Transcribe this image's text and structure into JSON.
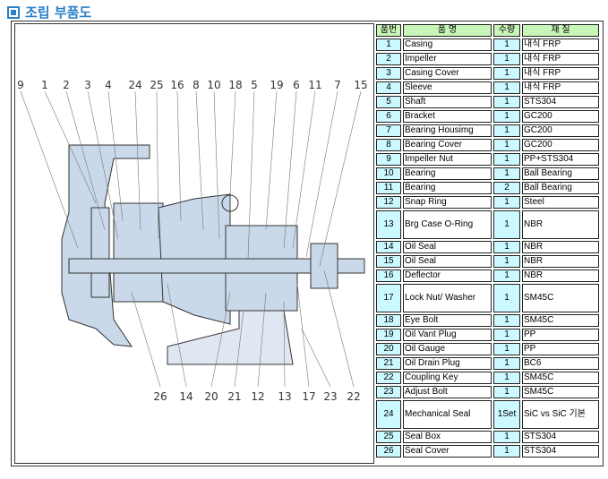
{
  "title": "조립 부품도",
  "table": {
    "headers": [
      "품번",
      "품  명",
      "수량",
      "재  질"
    ],
    "rows": [
      {
        "no": "1",
        "name": "Casing",
        "qty": "1",
        "material": "내식 FRP"
      },
      {
        "no": "2",
        "name": "Impeller",
        "qty": "1",
        "material": "내식 FRP"
      },
      {
        "no": "3",
        "name": "Casing Cover",
        "qty": "1",
        "material": "내식 FRP"
      },
      {
        "no": "4",
        "name": "Sleeve",
        "qty": "1",
        "material": "내식 FRP"
      },
      {
        "no": "5",
        "name": "Shaft",
        "qty": "1",
        "material": "STS304"
      },
      {
        "no": "6",
        "name": "Bracket",
        "qty": "1",
        "material": "GC200"
      },
      {
        "no": "7",
        "name": "Bearing Housimg",
        "qty": "1",
        "material": "GC200"
      },
      {
        "no": "8",
        "name": "Bearing Cover",
        "qty": "1",
        "material": "GC200"
      },
      {
        "no": "9",
        "name": "Impeller Nut",
        "qty": "1",
        "material": "PP+STS304"
      },
      {
        "no": "10",
        "name": "Bearing",
        "qty": "1",
        "material": "Ball Bearing"
      },
      {
        "no": "11",
        "name": "Bearing",
        "qty": "2",
        "material": "Ball Bearing"
      },
      {
        "no": "12",
        "name": "Snap Ring",
        "qty": "1",
        "material": "Steel"
      },
      {
        "no": "13",
        "name": "Brg Case O-Ring",
        "qty": "1",
        "material": "NBR"
      },
      {
        "no": "14",
        "name": "Oil Seal",
        "qty": "1",
        "material": "NBR"
      },
      {
        "no": "15",
        "name": "Oil Seal",
        "qty": "1",
        "material": "NBR"
      },
      {
        "no": "16",
        "name": "Deflector",
        "qty": "1",
        "material": "NBR"
      },
      {
        "no": "17",
        "name": "Lock Nut/ Washer",
        "qty": "1",
        "material": "SM45C"
      },
      {
        "no": "18",
        "name": "Eye Bolt",
        "qty": "1",
        "material": "SM45C"
      },
      {
        "no": "19",
        "name": "Oil Vant Plug",
        "qty": "1",
        "material": "PP"
      },
      {
        "no": "20",
        "name": "Oil Gauge",
        "qty": "1",
        "material": "PP"
      },
      {
        "no": "21",
        "name": "Oil Drain Plug",
        "qty": "1",
        "material": "BC6"
      },
      {
        "no": "22",
        "name": "Coupling Key",
        "qty": "1",
        "material": "SM45C"
      },
      {
        "no": "23",
        "name": "Adjust Bolt",
        "qty": "1",
        "material": "SM45C"
      },
      {
        "no": "24",
        "name": "Mechanical Seal",
        "qty": "1Set",
        "material": "SiC vs SiC 기본"
      },
      {
        "no": "25",
        "name": "Seal Box",
        "qty": "1",
        "material": "STS304"
      },
      {
        "no": "26",
        "name": "Seal Cover",
        "qty": "1",
        "material": "STS304"
      }
    ]
  },
  "diagram": {
    "top_labels": [
      "9",
      "1",
      "2",
      "3",
      "4",
      "24",
      "25",
      "16",
      "8",
      "10",
      "18",
      "5",
      "19",
      "6",
      "11",
      "7",
      "15"
    ],
    "bottom_labels": [
      "26",
      "14",
      "20",
      "21",
      "12",
      "13",
      "17",
      "23",
      "22"
    ]
  }
}
